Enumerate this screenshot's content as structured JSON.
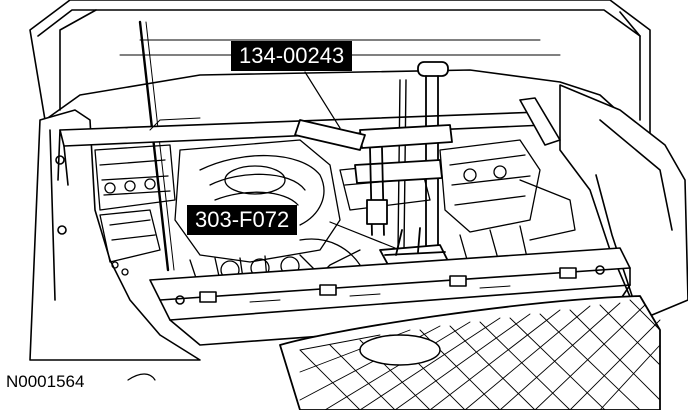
{
  "callouts": {
    "tool_1": "134-00243",
    "tool_2": "303-F072"
  },
  "figure_id": "N0001564",
  "colors": {
    "line": "#000000",
    "background": "#ffffff",
    "label_bg": "#000000",
    "label_text": "#ffffff"
  }
}
